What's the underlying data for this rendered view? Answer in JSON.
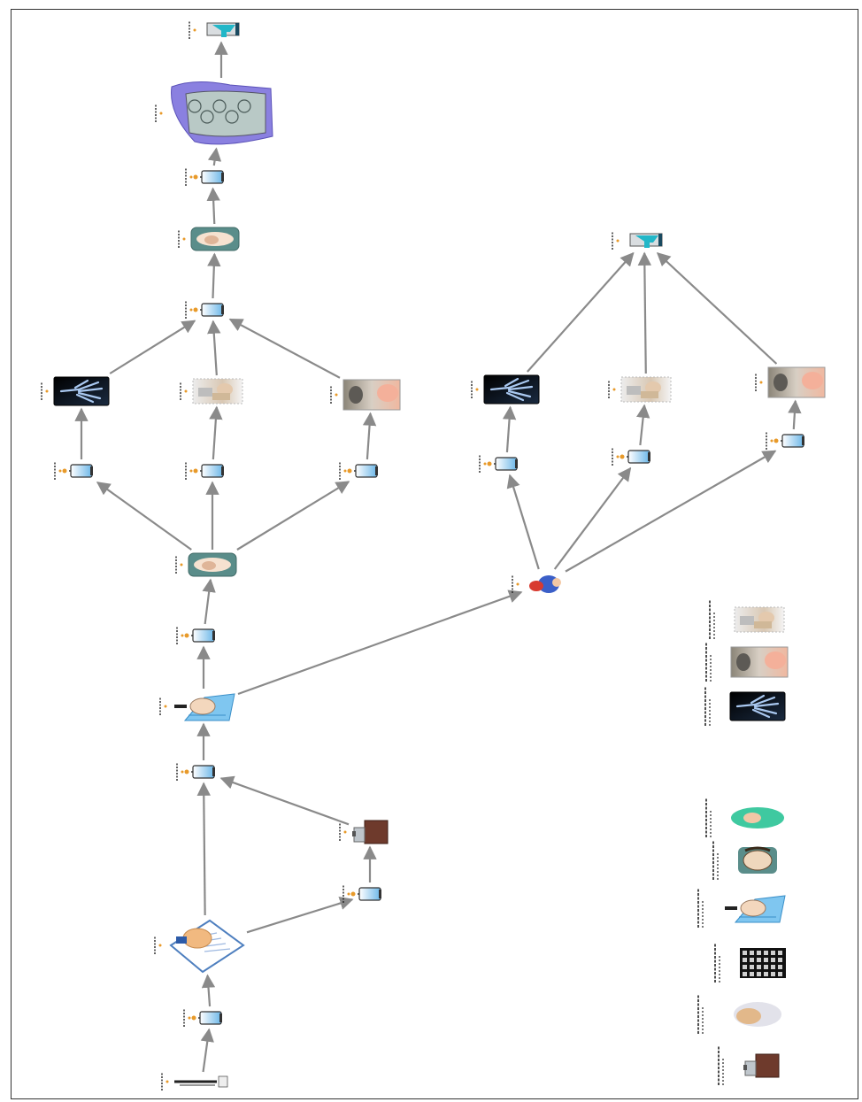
{
  "diagram": {
    "description_language": "ar",
    "colors": {
      "arrow": "#8a8a8a",
      "frame": "#333333",
      "cup_blue": "#6bb6e8",
      "screen_dark": "#111111",
      "xray_blue": "#a9c8f0",
      "teal_box": "#5a8d8a",
      "trophy": "#22b7c8",
      "brain_purple": "#8a80e0",
      "photo_skin": "#e8c6b0"
    },
    "nodes": [
      {
        "id": "start",
        "icon": "pen-icon"
      },
      {
        "id": "c1",
        "icon": "cup-icon"
      },
      {
        "id": "doc",
        "icon": "document-hand-icon"
      },
      {
        "id": "c2",
        "icon": "cup-icon"
      },
      {
        "id": "ice",
        "icon": "ice-box-icon"
      },
      {
        "id": "c3",
        "icon": "cup-icon"
      },
      {
        "id": "doctor",
        "icon": "doctor-icon"
      },
      {
        "id": "c4",
        "icon": "cup-icon"
      },
      {
        "id": "hand1",
        "icon": "hand-care-icon"
      },
      {
        "id": "cA",
        "icon": "cup-icon"
      },
      {
        "id": "cB",
        "icon": "cup-icon"
      },
      {
        "id": "cC",
        "icon": "cup-icon"
      },
      {
        "id": "xray1",
        "icon": "xray-hand-icon"
      },
      {
        "id": "photo1",
        "icon": "clinic-photo-icon"
      },
      {
        "id": "photo2",
        "icon": "treatment-photo-icon"
      },
      {
        "id": "c5",
        "icon": "cup-icon"
      },
      {
        "id": "hand2",
        "icon": "hand-care-icon"
      },
      {
        "id": "c6",
        "icon": "cup-icon"
      },
      {
        "id": "brain",
        "icon": "brain-icon"
      },
      {
        "id": "trophy1",
        "icon": "trophy-icon"
      },
      {
        "id": "person",
        "icon": "person-icon"
      },
      {
        "id": "cD",
        "icon": "cup-icon"
      },
      {
        "id": "cE",
        "icon": "cup-icon"
      },
      {
        "id": "cF",
        "icon": "cup-icon"
      },
      {
        "id": "xray2",
        "icon": "xray-hand-icon"
      },
      {
        "id": "photo3",
        "icon": "clinic-photo-icon"
      },
      {
        "id": "photo4",
        "icon": "treatment-photo-icon"
      },
      {
        "id": "trophy2",
        "icon": "trophy-icon"
      }
    ],
    "edges": [
      [
        "start",
        "c1"
      ],
      [
        "c1",
        "doc"
      ],
      [
        "doc",
        "c3"
      ],
      [
        "doc",
        "c2"
      ],
      [
        "c2",
        "ice"
      ],
      [
        "ice",
        "c3"
      ],
      [
        "c3",
        "doctor"
      ],
      [
        "doctor",
        "c4"
      ],
      [
        "doctor",
        "person"
      ],
      [
        "c4",
        "hand1"
      ],
      [
        "hand1",
        "cA"
      ],
      [
        "hand1",
        "cB"
      ],
      [
        "hand1",
        "cC"
      ],
      [
        "cA",
        "xray1"
      ],
      [
        "cB",
        "photo1"
      ],
      [
        "cC",
        "photo2"
      ],
      [
        "xray1",
        "c5"
      ],
      [
        "photo1",
        "c5"
      ],
      [
        "photo2",
        "c5"
      ],
      [
        "c5",
        "hand2"
      ],
      [
        "hand2",
        "c6"
      ],
      [
        "c6",
        "brain"
      ],
      [
        "brain",
        "trophy1"
      ],
      [
        "person",
        "cD"
      ],
      [
        "person",
        "cE"
      ],
      [
        "person",
        "cF"
      ],
      [
        "cD",
        "xray2"
      ],
      [
        "cE",
        "photo3"
      ],
      [
        "cF",
        "photo4"
      ],
      [
        "xray2",
        "trophy2"
      ],
      [
        "photo3",
        "trophy2"
      ],
      [
        "photo4",
        "trophy2"
      ]
    ],
    "legend": [
      {
        "icon": "ice-box-icon"
      },
      {
        "icon": "hand-ball-icon"
      },
      {
        "icon": "keyboard-icon"
      },
      {
        "icon": "doctor-icon"
      },
      {
        "icon": "face-icon"
      },
      {
        "icon": "green-hands-icon"
      },
      {
        "icon": "xray-hand-icon"
      },
      {
        "icon": "treatment-photo-icon"
      },
      {
        "icon": "clinic-photo-icon"
      }
    ]
  }
}
